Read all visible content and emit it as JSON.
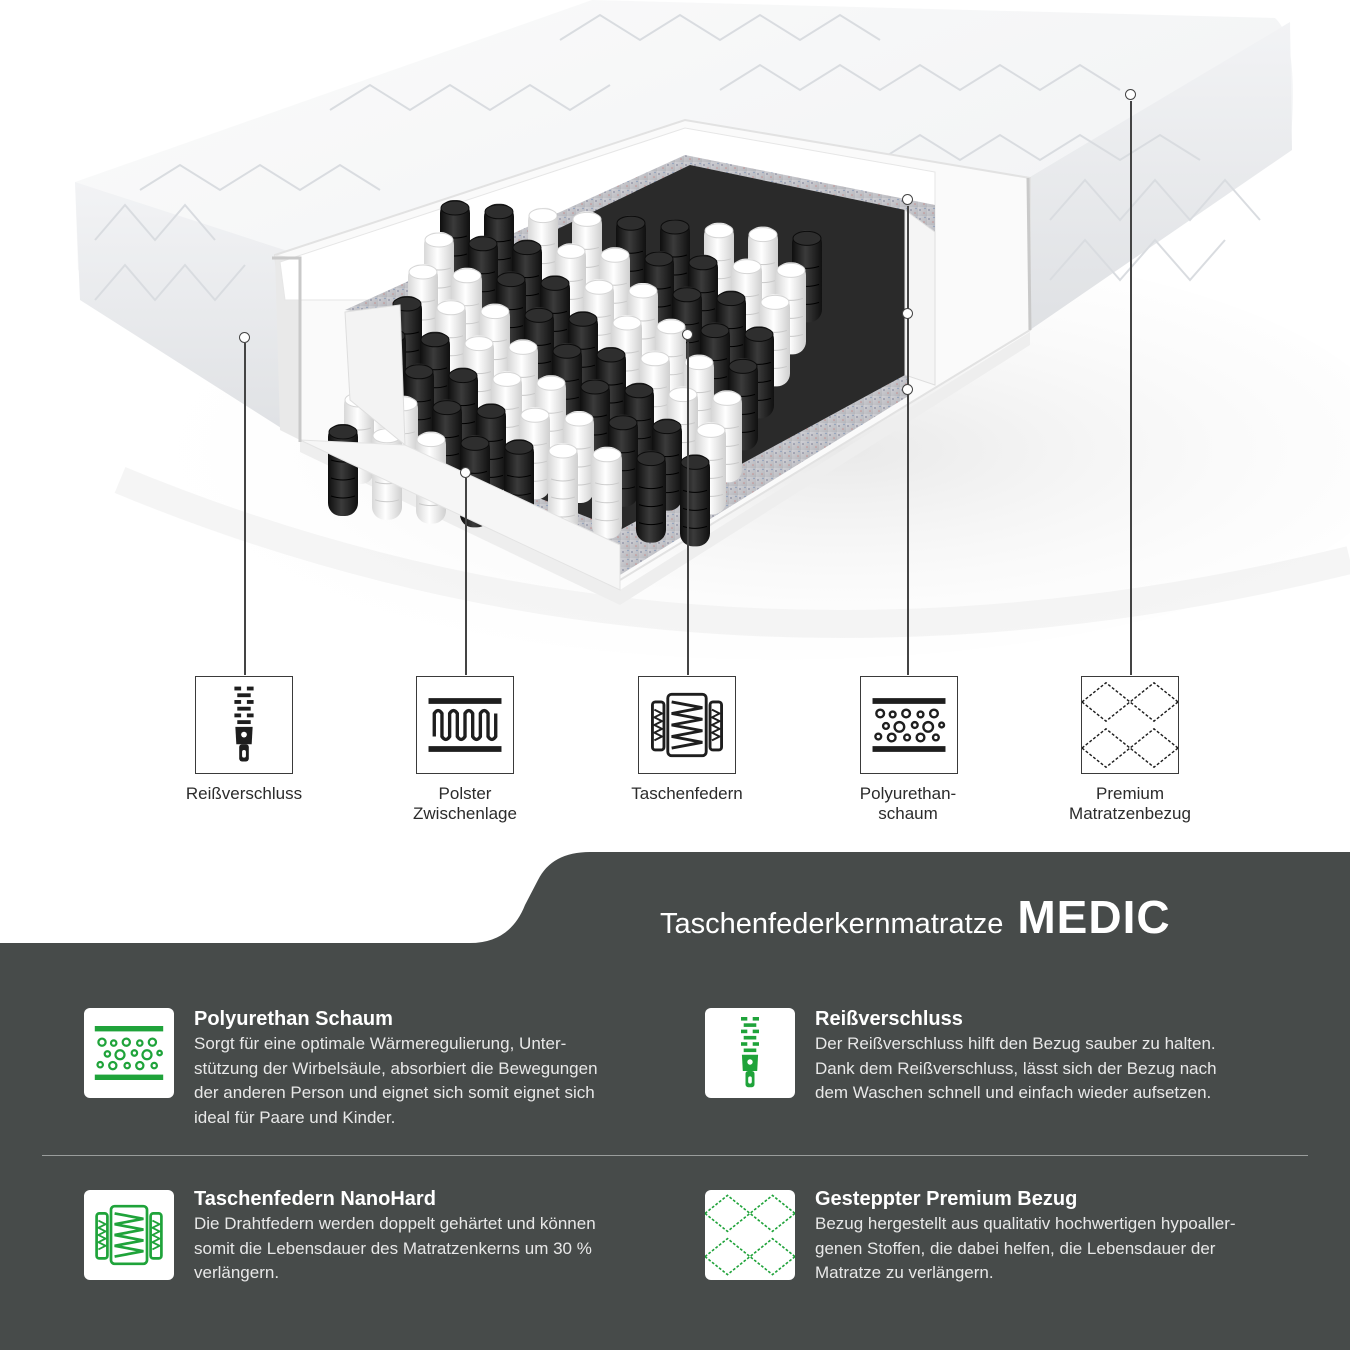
{
  "features": [
    {
      "label": "Reißverschluss",
      "icon": "zipper-icon"
    },
    {
      "label": "Polster\nZwischenlage",
      "icon": "padding-layer-icon"
    },
    {
      "label": "Taschenfedern",
      "icon": "pocket-springs-icon"
    },
    {
      "label": "Polyurethan-\nschaum",
      "icon": "foam-icon"
    },
    {
      "label": "Premium\nMatratzenbezug",
      "icon": "quilted-cover-icon"
    }
  ],
  "product": {
    "prefix": "Taschenfederkernmatratze",
    "name": "MEDIC"
  },
  "cards": [
    {
      "title": "Polyurethan Schaum",
      "text": "Sorgt für eine optimale Wärmeregulierung, Unter-\nstützung der Wirbelsäule, absorbiert die Bewegungen\nder anderen Person und eignet sich somit eignet sich\nideal für Paare und Kinder.",
      "icon": "foam-icon"
    },
    {
      "title": "Reißverschluss",
      "text": "Der Reißverschluss hilft den Bezug sauber zu halten.\nDank dem Reißverschluss, lässt sich der Bezug nach\ndem Waschen schnell und einfach wieder aufsetzen.",
      "icon": "zipper-icon"
    },
    {
      "title": "Taschenfedern NanoHard",
      "text": "Die Drahtfedern werden doppelt gehärtet und können\nsomit die Lebensdauer des Matratzenkerns um 30 %\nverlängern.",
      "icon": "pocket-springs-icon"
    },
    {
      "title": "Gesteppter Premium Bezug",
      "text": "Bezug hergestellt aus qualitativ hochwertigen hypoaller-\ngenen Stoffen, die dabei helfen, die Lebensdauer der\nMatratze zu verlängern.",
      "icon": "quilted-cover-icon"
    }
  ],
  "colors": {
    "panel": "#474b4a",
    "accent_green": "#1fa33a",
    "line": "#444444",
    "spring_black": "#1e1e1e",
    "spring_white": "#f4f4f4"
  }
}
